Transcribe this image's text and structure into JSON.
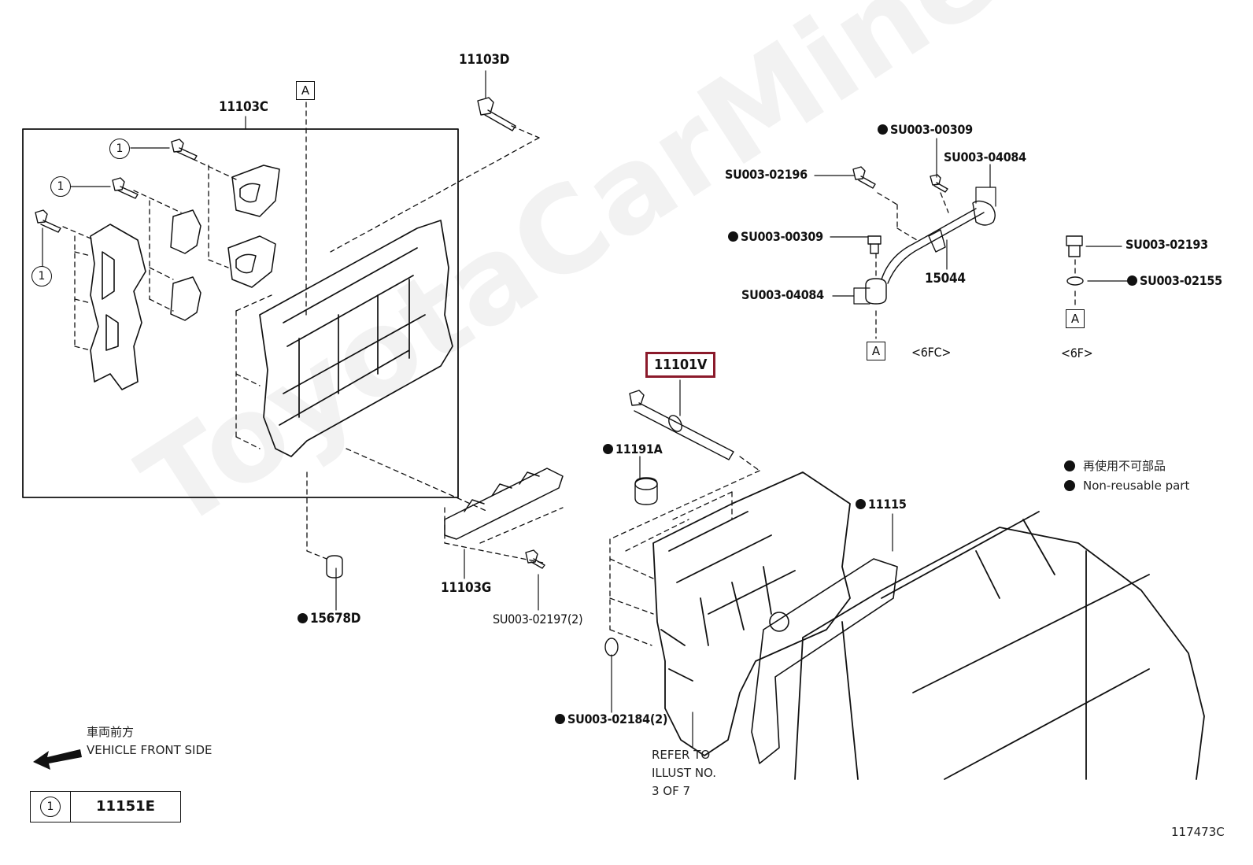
{
  "watermark": "ToyotaCarMine.ru",
  "labels": {
    "p11103C": "11103C",
    "p11103D": "11103D",
    "pSU00300309_a": "SU003-00309",
    "pSU00302196": "SU003-02196",
    "pSU00304084_a": "SU003-04084",
    "pSU00300309_b": "SU003-00309",
    "p15044": "15044",
    "pSU00304084_b": "SU003-04084",
    "pSU00302193": "SU003-02193",
    "pSU00302155": "SU003-02155",
    "p11101V": "11101V",
    "p11191A": "11191A",
    "p11115": "11115",
    "p11103G": "11103G",
    "p15678D": "15678D",
    "pSU00302197": "SU003-02197(2)",
    "pSU00302184": "SU003-02184(2)",
    "code6FC": "<6FC>",
    "code6F": "<6F>",
    "refer1": "REFER TO",
    "refer2": "ILLUST NO.",
    "refer3": "3 OF 7",
    "front_jp": "車両前方",
    "front_en": "VEHICLE FRONT SIDE",
    "ref_num": "11151E",
    "ref_circle": "1",
    "diagram_id": "117473C",
    "boxA": "A",
    "circle1": "1"
  },
  "legend": {
    "jp": "再使用不可部品",
    "en": "Non-reusable part"
  },
  "highlight_color": "#8b1a2b"
}
